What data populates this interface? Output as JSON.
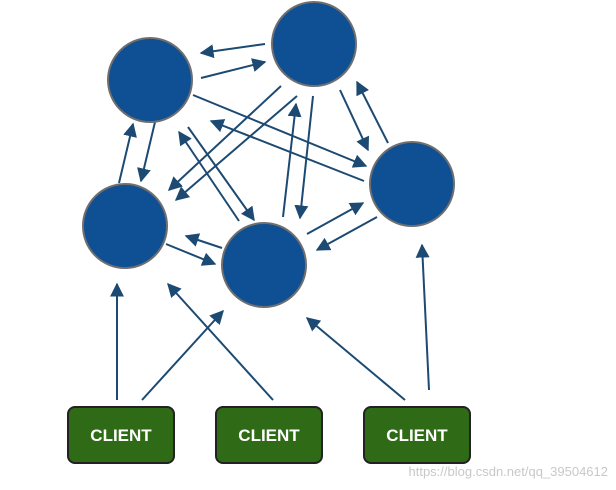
{
  "nodes": [
    {
      "id": "node-top-left"
    },
    {
      "id": "node-top"
    },
    {
      "id": "node-right"
    },
    {
      "id": "node-left"
    },
    {
      "id": "node-center"
    }
  ],
  "clients": [
    {
      "label": "CLIENT"
    },
    {
      "label": "CLIENT"
    },
    {
      "label": "CLIENT"
    }
  ],
  "watermark": "https://blog.csdn.net/qq_39504612",
  "colors": {
    "node_fill": "#0f4f93",
    "node_stroke": "#6f6f6f",
    "edge": "#1c4a72",
    "client_fill": "#2f6b16",
    "client_text": "#ffffff"
  }
}
